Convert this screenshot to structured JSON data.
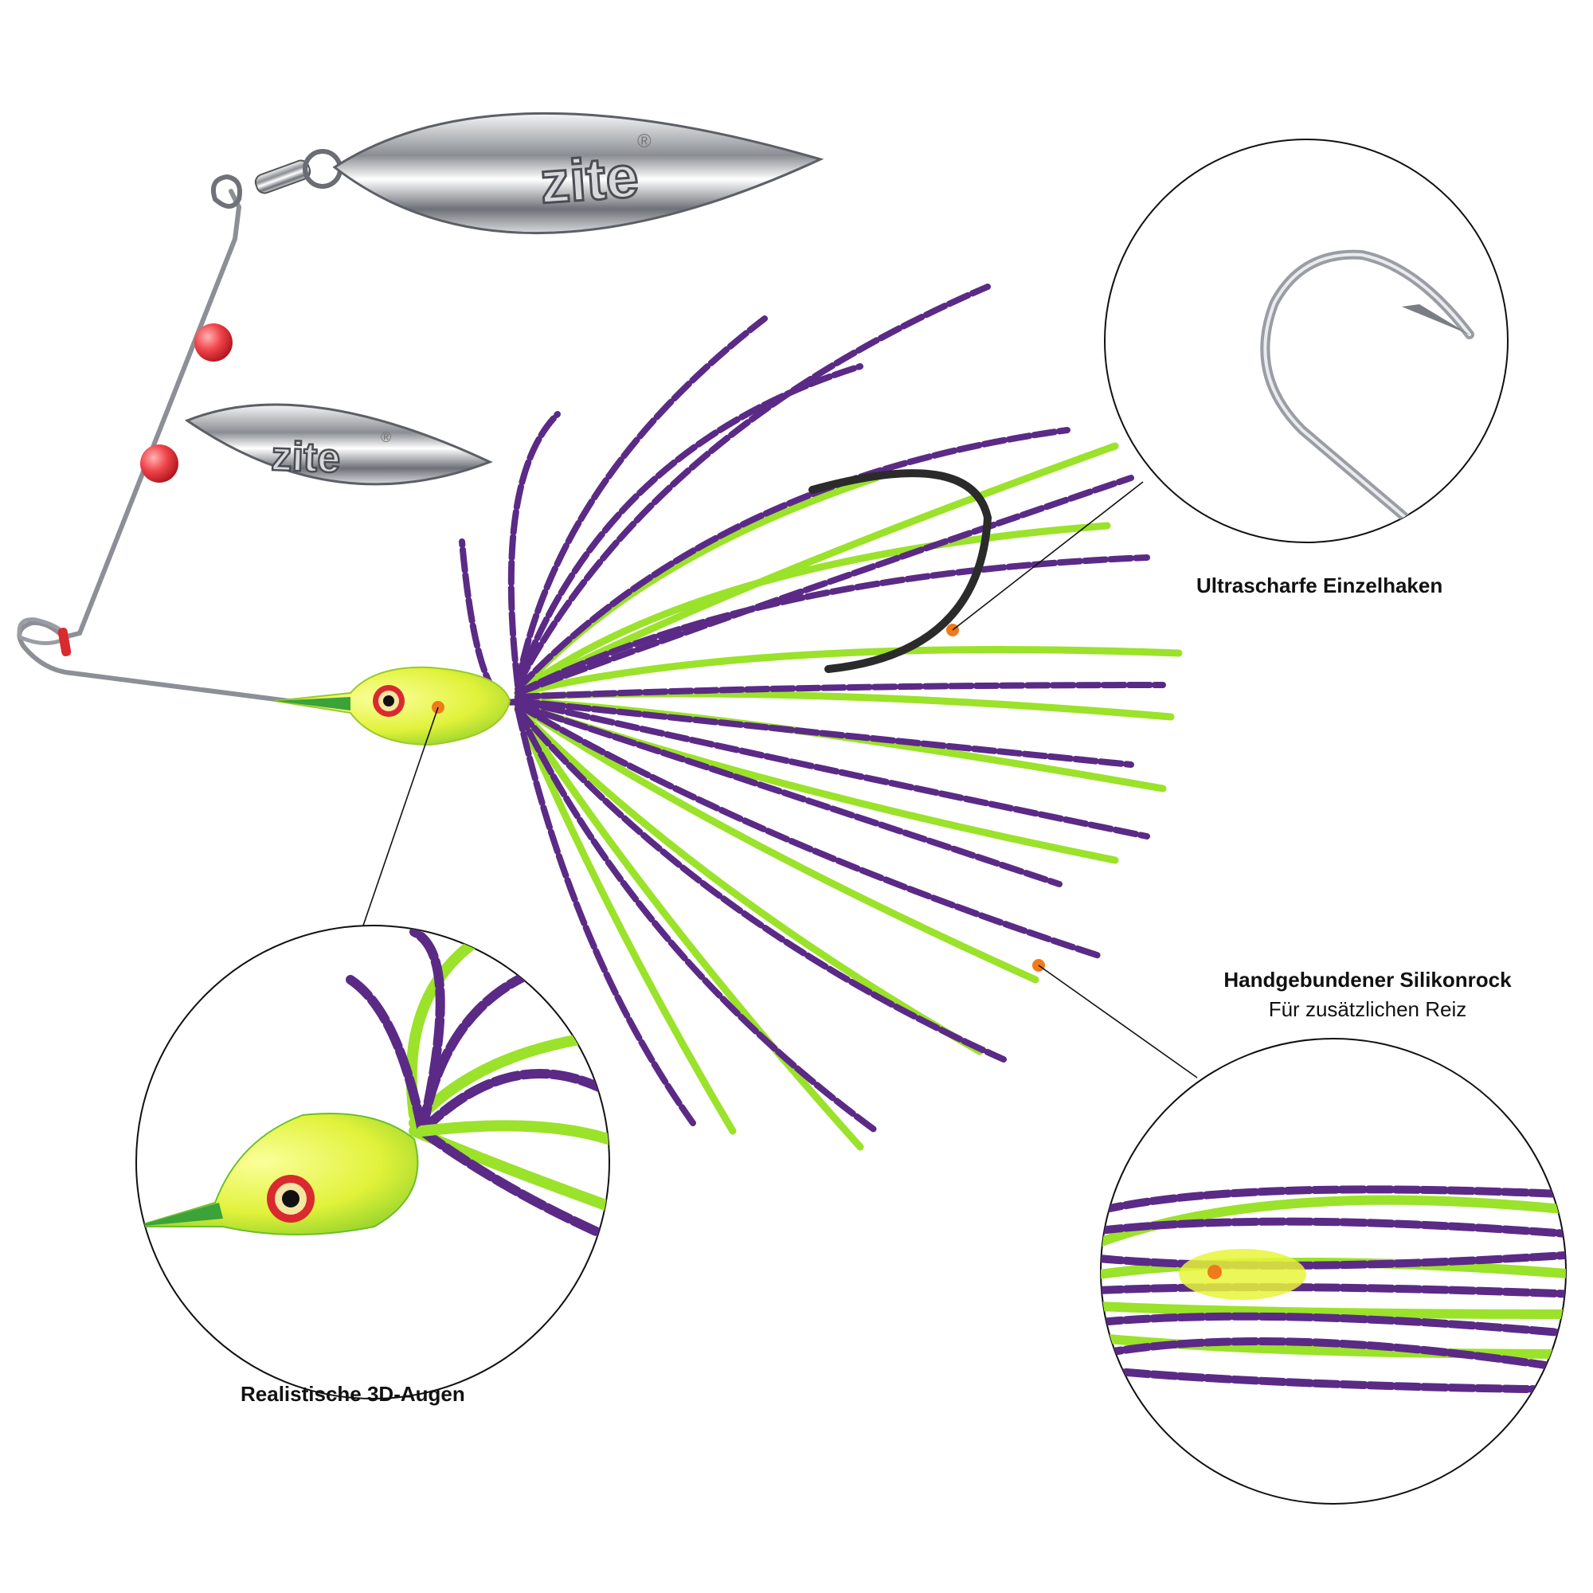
{
  "brand": {
    "name": "zite",
    "registered_mark": "®"
  },
  "callouts": {
    "hook": {
      "title": "Ultrascharfe Einzelhaken"
    },
    "skirt": {
      "title": "Handgebundener Silikonrock",
      "subtitle": "Für zusätzlichen Reiz"
    },
    "eyes": {
      "title": "Realistische 3D-Augen"
    }
  },
  "colors": {
    "background": "#ffffff",
    "skirt_purple": "#5b2a86",
    "skirt_green": "#9be22a",
    "head_yellow": "#e8f53a",
    "bead_red": "#e8323a",
    "blade_silver": "#c9ccd1",
    "marker_orange": "#f07a1a",
    "callout_line": "#111111"
  }
}
